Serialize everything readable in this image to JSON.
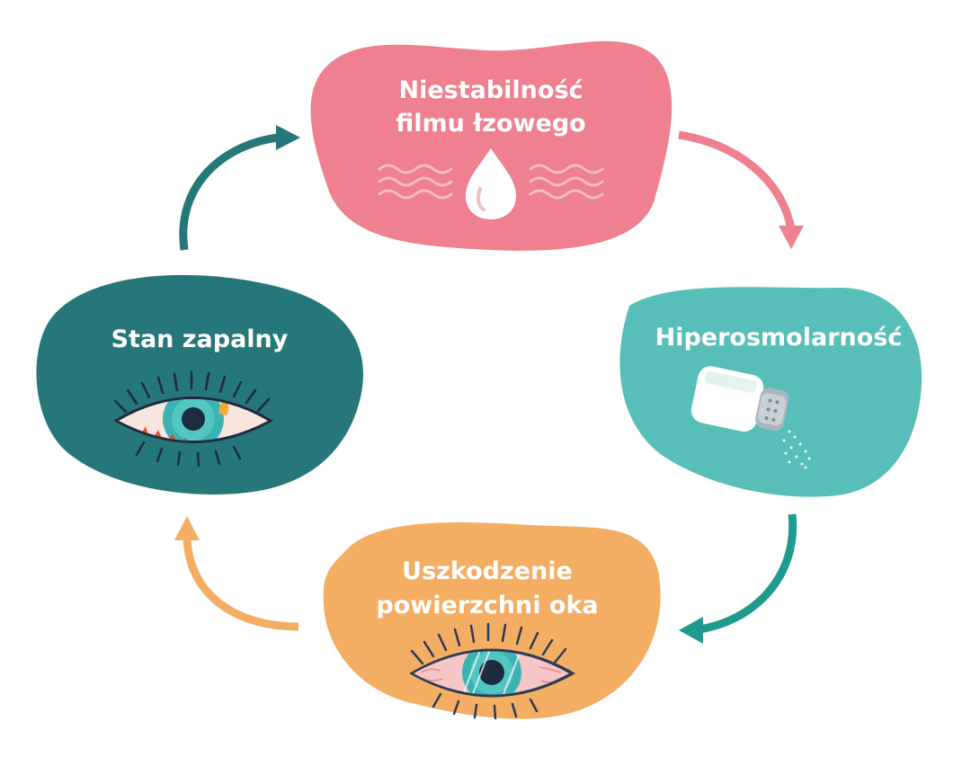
{
  "nodes": {
    "tear_film": {
      "label_line1": "Niestabilność",
      "label_line2": "filmu łzowego",
      "color": "#EE808F"
    },
    "hyperosmolarity": {
      "label": "Hiperosmolarność",
      "color": "#57BFB8"
    },
    "surface_damage": {
      "label_line1": "Uszkodzenie",
      "label_line2": "powierzchni oka",
      "color": "#F3AE63"
    },
    "inflammation": {
      "label": "Stan zapalny",
      "color": "#257779"
    }
  },
  "arrows": [
    {
      "from": "tear_film",
      "to": "hyperosmolarity",
      "color": "#EE808F"
    },
    {
      "from": "hyperosmolarity",
      "to": "surface_damage",
      "color": "#1E9A8F"
    },
    {
      "from": "surface_damage",
      "to": "inflammation",
      "color": "#F3AE63"
    },
    {
      "from": "inflammation",
      "to": "tear_film",
      "color": "#257779"
    }
  ],
  "icons": {
    "tear_film": "water-drop-with-waves-icon",
    "hyperosmolarity": "salt-shaker-icon",
    "surface_damage": "irritated-eye-icon",
    "inflammation": "inflamed-eye-with-flames-icon"
  }
}
